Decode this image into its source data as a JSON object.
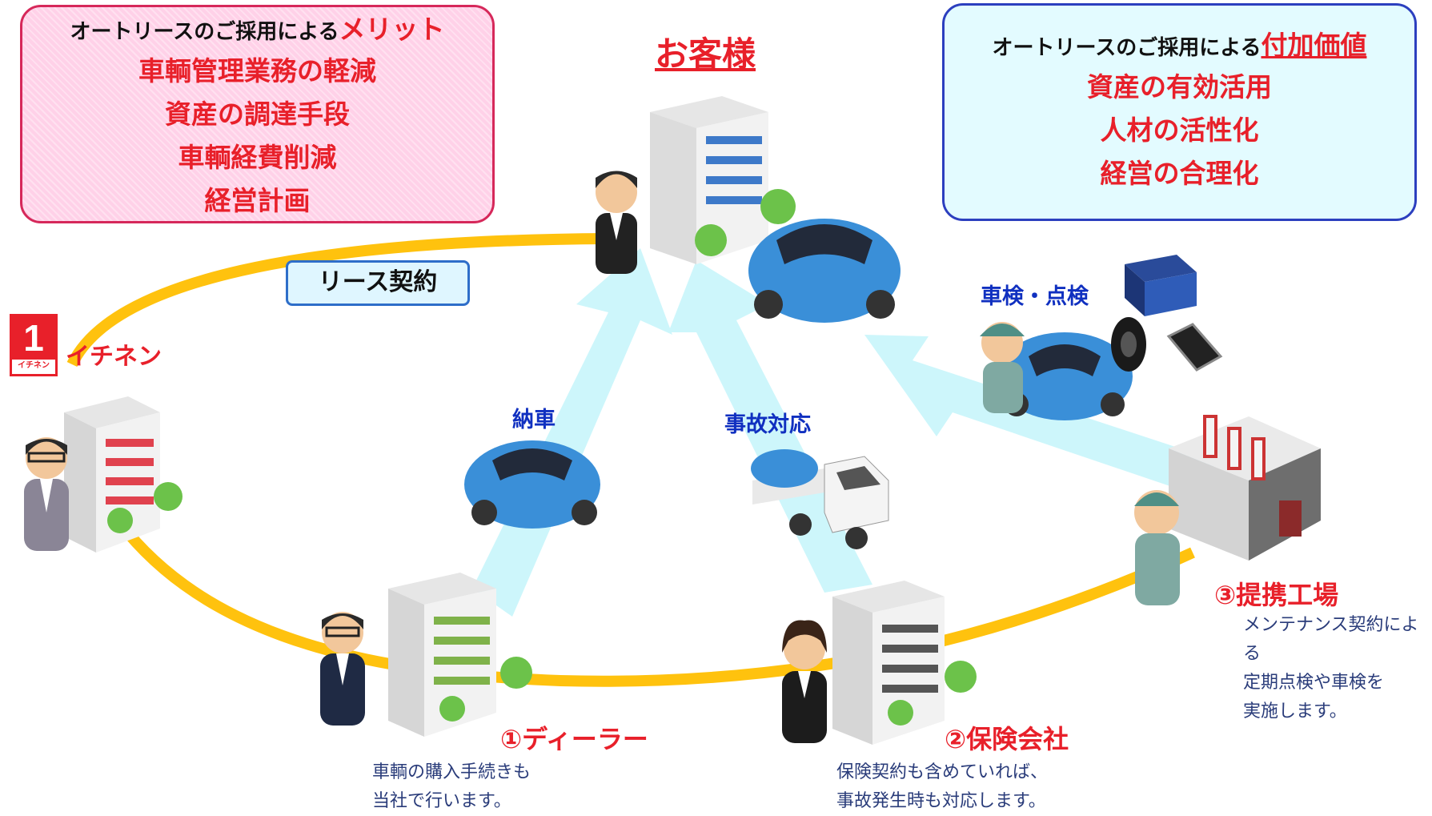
{
  "title": "お客様",
  "merit_box": {
    "heading_prefix": "オートリースのご採用による",
    "heading_highlight": "メリット",
    "items": [
      "車輌管理業務の軽減",
      "資産の調達手段",
      "車輌経費削減",
      "経営計画"
    ]
  },
  "value_box": {
    "heading_prefix": "オートリースのご採用による",
    "heading_highlight": "付加価値",
    "items": [
      "資産の有効活用",
      "人材の活性化",
      "経営の合理化"
    ]
  },
  "lease_label": "リース契約",
  "ichinen": {
    "label": "イチネン",
    "logo_number": "1",
    "logo_text": "イチネン"
  },
  "arrow_labels": {
    "delivery": "納車",
    "accident": "事故対応",
    "inspection": "車検・点検"
  },
  "dealer": {
    "label": "①ディーラー",
    "desc": [
      "車輌の購入手続きも",
      "当社で行います。"
    ]
  },
  "insurance": {
    "label": "②保険会社",
    "desc": [
      "保険契約も含めていれば、",
      "事故発生時も対応します。"
    ]
  },
  "factory": {
    "label": "③提携工場",
    "desc": [
      "メンテナンス契約による",
      "定期点検や車検を",
      "実施します。"
    ]
  },
  "colors": {
    "ring": "#ffc20e",
    "arrow": "#cdf6fb",
    "red": "#e8202a",
    "blue_label": "#1030c0",
    "car": "#3a8fd8"
  }
}
